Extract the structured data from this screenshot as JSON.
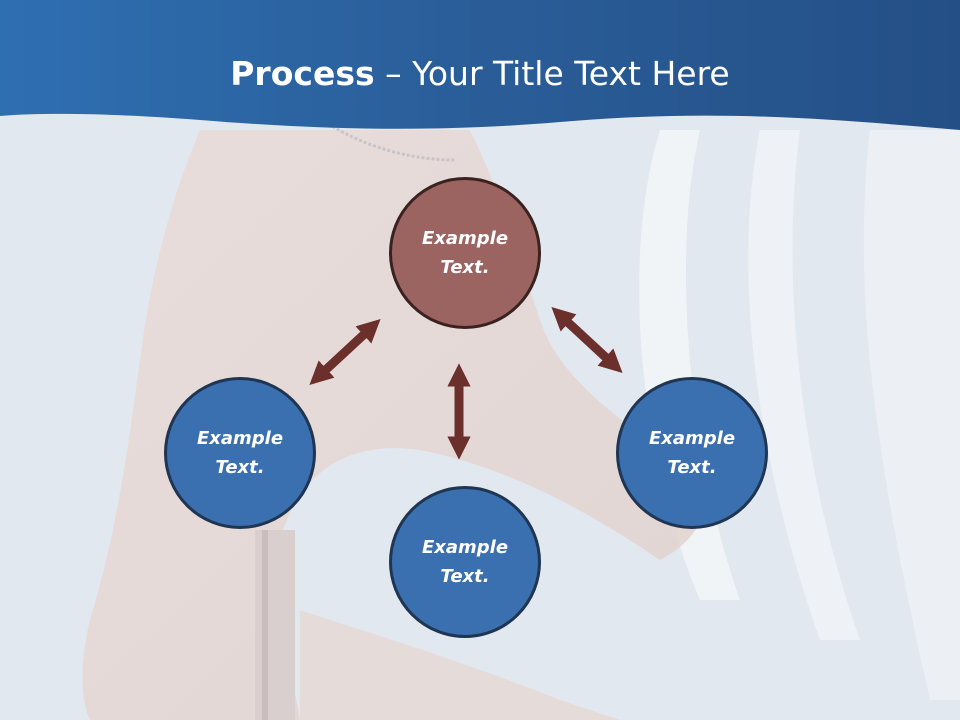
{
  "header": {
    "title_bold": "Process",
    "title_rest": " – Your Title Text Here"
  },
  "diagram": {
    "center_node": {
      "label": "Example Text."
    },
    "left_node": {
      "label": "Example Text."
    },
    "right_node": {
      "label": "Example Text."
    },
    "bottom_node": {
      "label": "Example Text."
    }
  },
  "colors": {
    "header_blue": "#2f6aa8",
    "center_node": "#9b6461",
    "outer_nodes": "#3a6fb0",
    "arrows": "#6b2f2c"
  }
}
